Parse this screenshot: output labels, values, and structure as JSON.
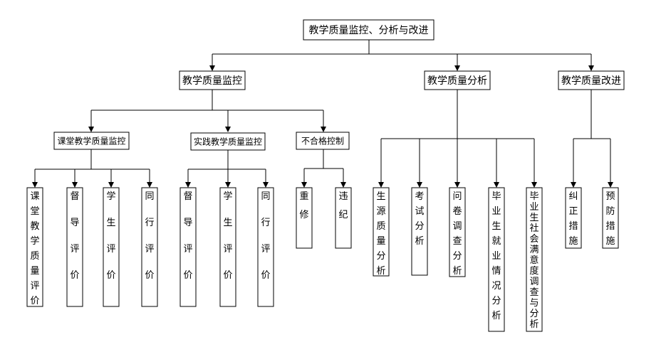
{
  "root": {
    "label": "教学质量监控、分析与改进"
  },
  "branches": [
    {
      "label": "教学质量监控",
      "children": [
        {
          "label": "课堂教学质量监控",
          "leaves": [
            "课堂教学质量评价",
            "督导评价",
            "学生评价",
            "同行评价"
          ]
        },
        {
          "label": "实践教学质量监控",
          "leaves": [
            "督导评价",
            "学生评价",
            "同行评价"
          ]
        },
        {
          "label": "不合格控制",
          "leaves": [
            "重修",
            "违纪"
          ]
        }
      ]
    },
    {
      "label": "教学质量分析",
      "leaves": [
        "生源质量分析",
        "考试分析",
        "问卷调查分析",
        "毕业生就业情况分析",
        "毕业生社会满意度调查与分析"
      ]
    },
    {
      "label": "教学质量改进",
      "leaves": [
        "纠正措施",
        "预防措施"
      ]
    }
  ]
}
